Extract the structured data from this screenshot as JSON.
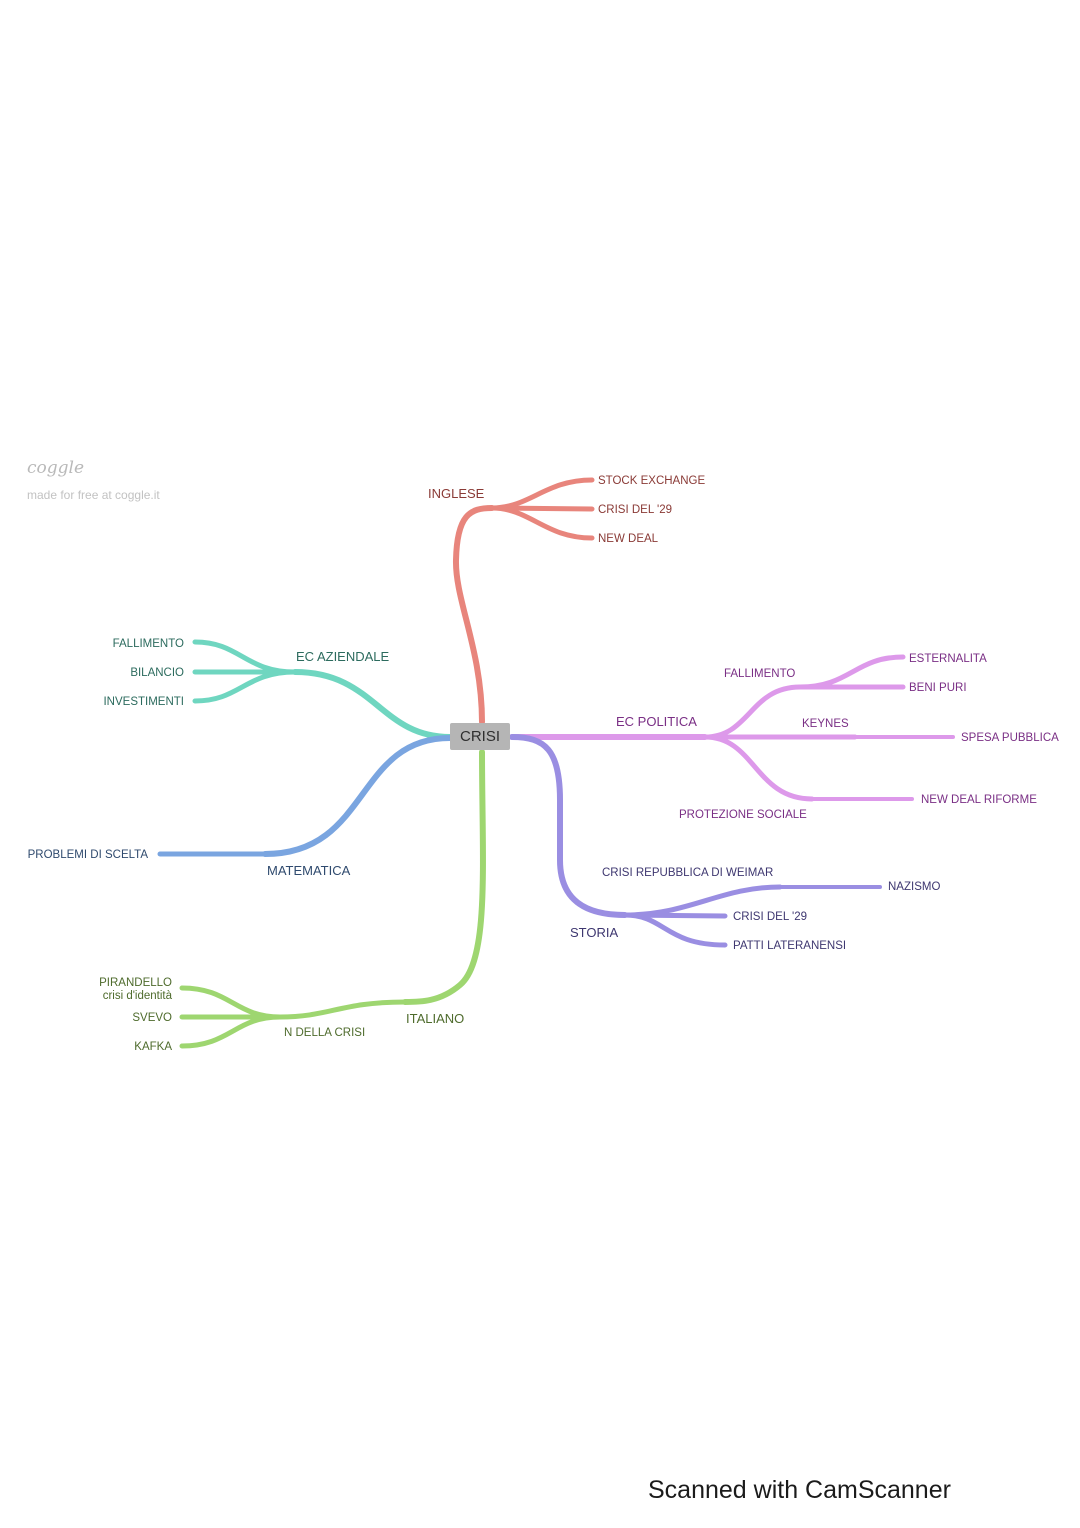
{
  "branding": {
    "logo": "coggle",
    "tagline": "made for free at coggle.it",
    "scanner": "Scanned with CamScanner"
  },
  "colors": {
    "inglese": "#e8857c",
    "aziendale": "#6fd6c0",
    "matematica": "#7aa5e0",
    "italiano": "#9ed670",
    "politica": "#dd99ea",
    "storia": "#9a8ee2",
    "center": "#b5b5b5"
  },
  "center": {
    "label": "CRISI"
  },
  "nodes": {
    "inglese": "INGLESE",
    "stock_exchange": "STOCK EXCHANGE",
    "crisi_29_ing": "CRISI DEL '29",
    "new_deal": "NEW DEAL",
    "ec_aziendale": "EC AZIENDALE",
    "fallimento_az": "FALLIMENTO",
    "bilancio": "BILANCIO",
    "investimenti": "INVESTIMENTI",
    "matematica": "MATEMATICA",
    "problemi_scelta": "PROBLEMI DI SCELTA",
    "italiano": "ITALIANO",
    "n_della_crisi": "N DELLA CRISI",
    "pirandello": "PIRANDELLO",
    "pirandello_sub": "crisi d'identità",
    "svevo": "SVEVO",
    "kafka": "KAFKA",
    "ec_politica": "EC POLITICA",
    "fallimento_pol": "FALLIMENTO",
    "esternalita": "ESTERNALITA",
    "beni_puri": "BENI PURI",
    "keynes": "KEYNES",
    "spesa_pubblica": "SPESA PUBBLICA",
    "protezione_sociale": "PROTEZIONE SOCIALE",
    "new_deal_riforme": "NEW DEAL RIFORME",
    "storia": "STORIA",
    "weimar": "CRISI REPUBBLICA DI WEIMAR",
    "nazismo": "NAZISMO",
    "crisi_29_st": "CRISI DEL '29",
    "patti_lateranensi": "PATTI LATERANENSI"
  }
}
